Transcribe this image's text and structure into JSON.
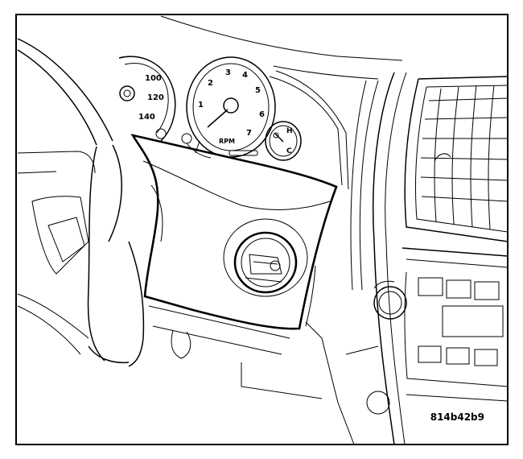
{
  "figure_id": "814b42b9",
  "gauges": {
    "speedometer_labels": [
      "100",
      "120",
      "140"
    ],
    "tachometer_labels": [
      "1",
      "2",
      "3",
      "4",
      "5",
      "6",
      "7"
    ],
    "tachometer_unit": "RPM",
    "temperature_labels": [
      "H",
      "C"
    ]
  }
}
